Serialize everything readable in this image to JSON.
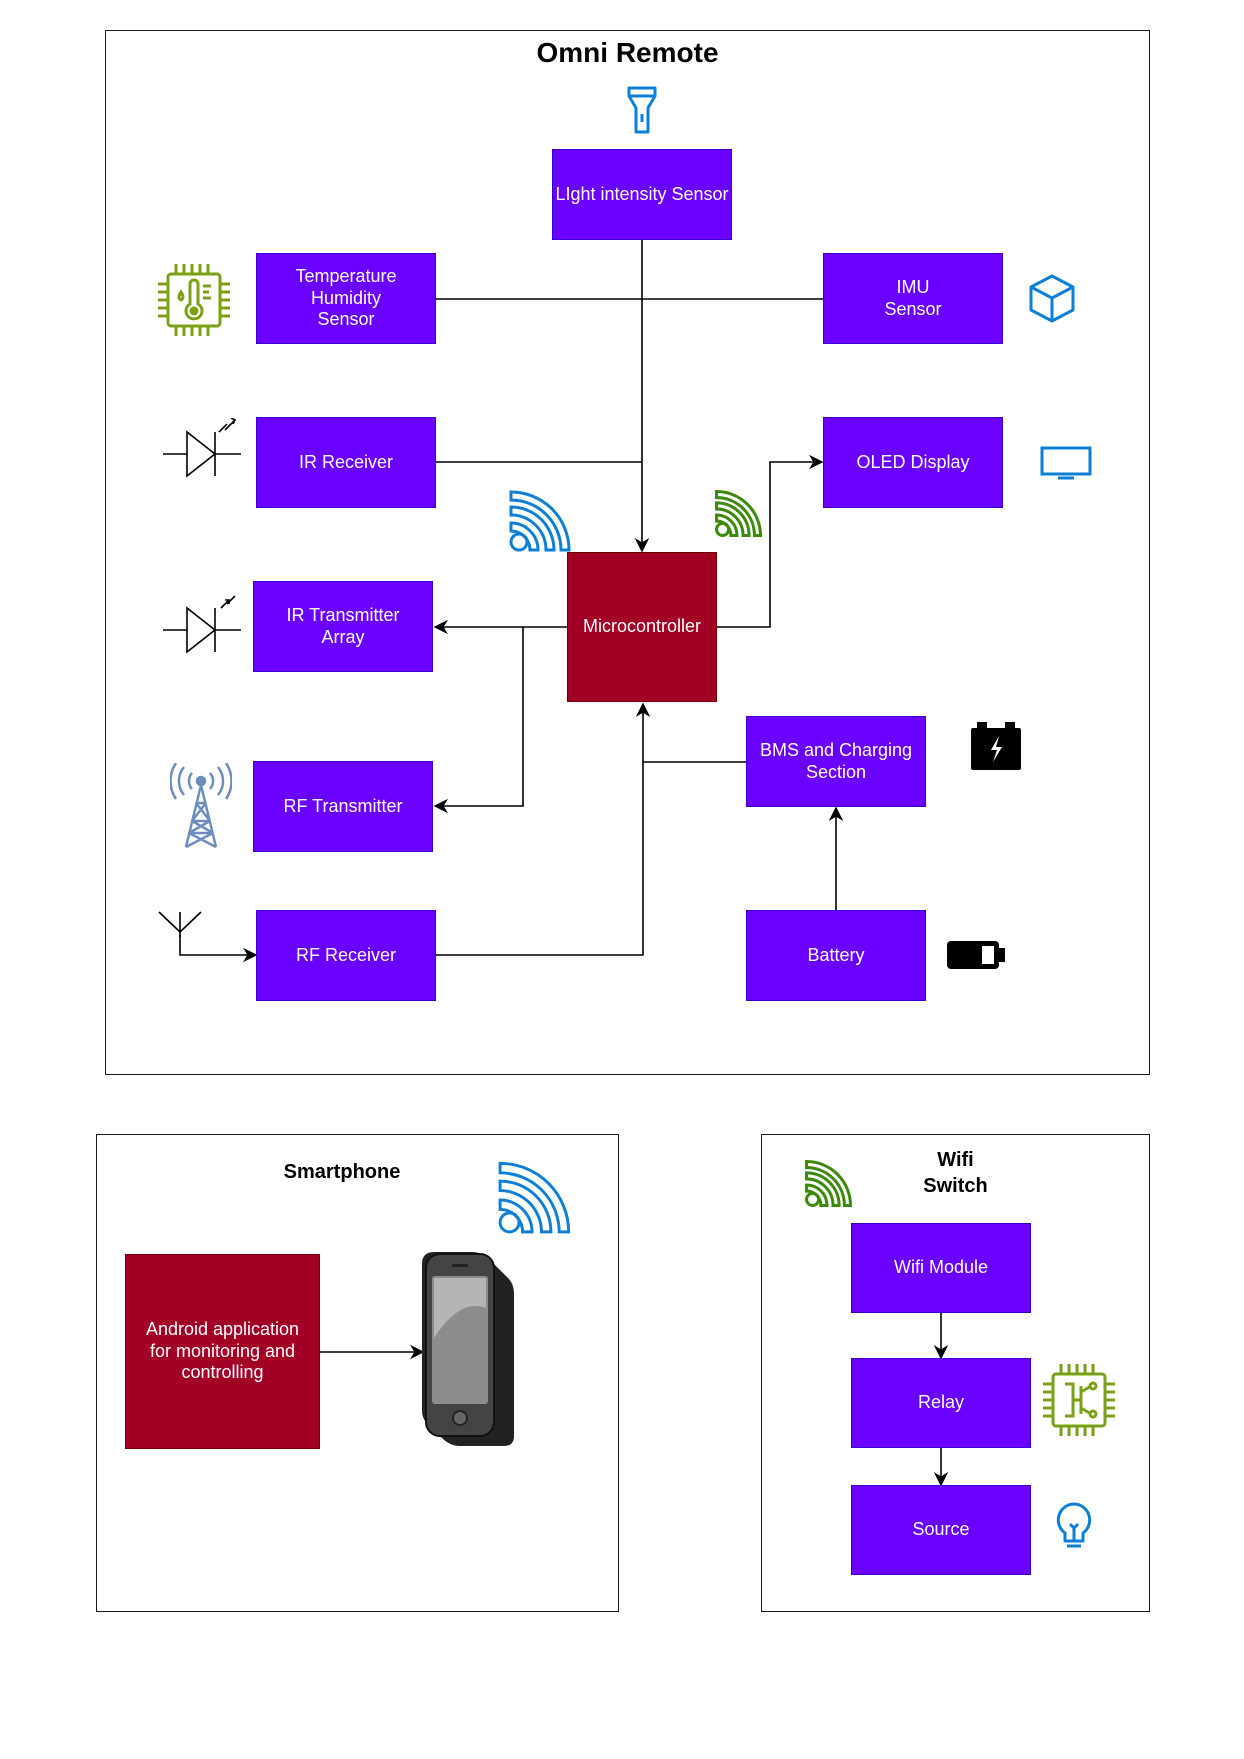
{
  "colors": {
    "block": "#6a00ff",
    "block_border": "#3700cc",
    "controller": "#a20025",
    "controller_border": "#6f0000",
    "icon_blue": "#0e7fd7",
    "icon_green": "#3d8a0b",
    "icon_olive": "#7aa116",
    "tower": "#6c8ebf"
  },
  "omni": {
    "title": "Omni Remote",
    "light": "LIght intensity Sensor",
    "temp": "Temperature Humidity\nSensor",
    "imu": "IMU\nSensor",
    "ir_rx": "IR  Receiver",
    "oled": "OLED Display",
    "mcu": "Microcontroller",
    "ir_tx": "IR  Transmitter\nArray",
    "bms": "BMS and Charging\nSection",
    "rf_tx": "RF Transmitter",
    "rf_rx": "RF Receiver",
    "battery": "Battery"
  },
  "smartphone": {
    "title": "Smartphone",
    "app": "Android application\nfor monitoring and\ncontrolling"
  },
  "wifi_switch": {
    "title": "Wifi\nSwitch",
    "module": "Wifi Module",
    "relay": "Relay",
    "source": "Source"
  },
  "icons": [
    "flashlight-icon",
    "temperature-chip-icon",
    "cube-icon",
    "photodiode-icon",
    "monitor-icon",
    "wifi-icon",
    "led-icon",
    "cell-tower-icon",
    "antenna-icon",
    "battery-charge-icon",
    "battery-icon",
    "smartphone-icon",
    "processor-icon",
    "lightbulb-icon"
  ]
}
